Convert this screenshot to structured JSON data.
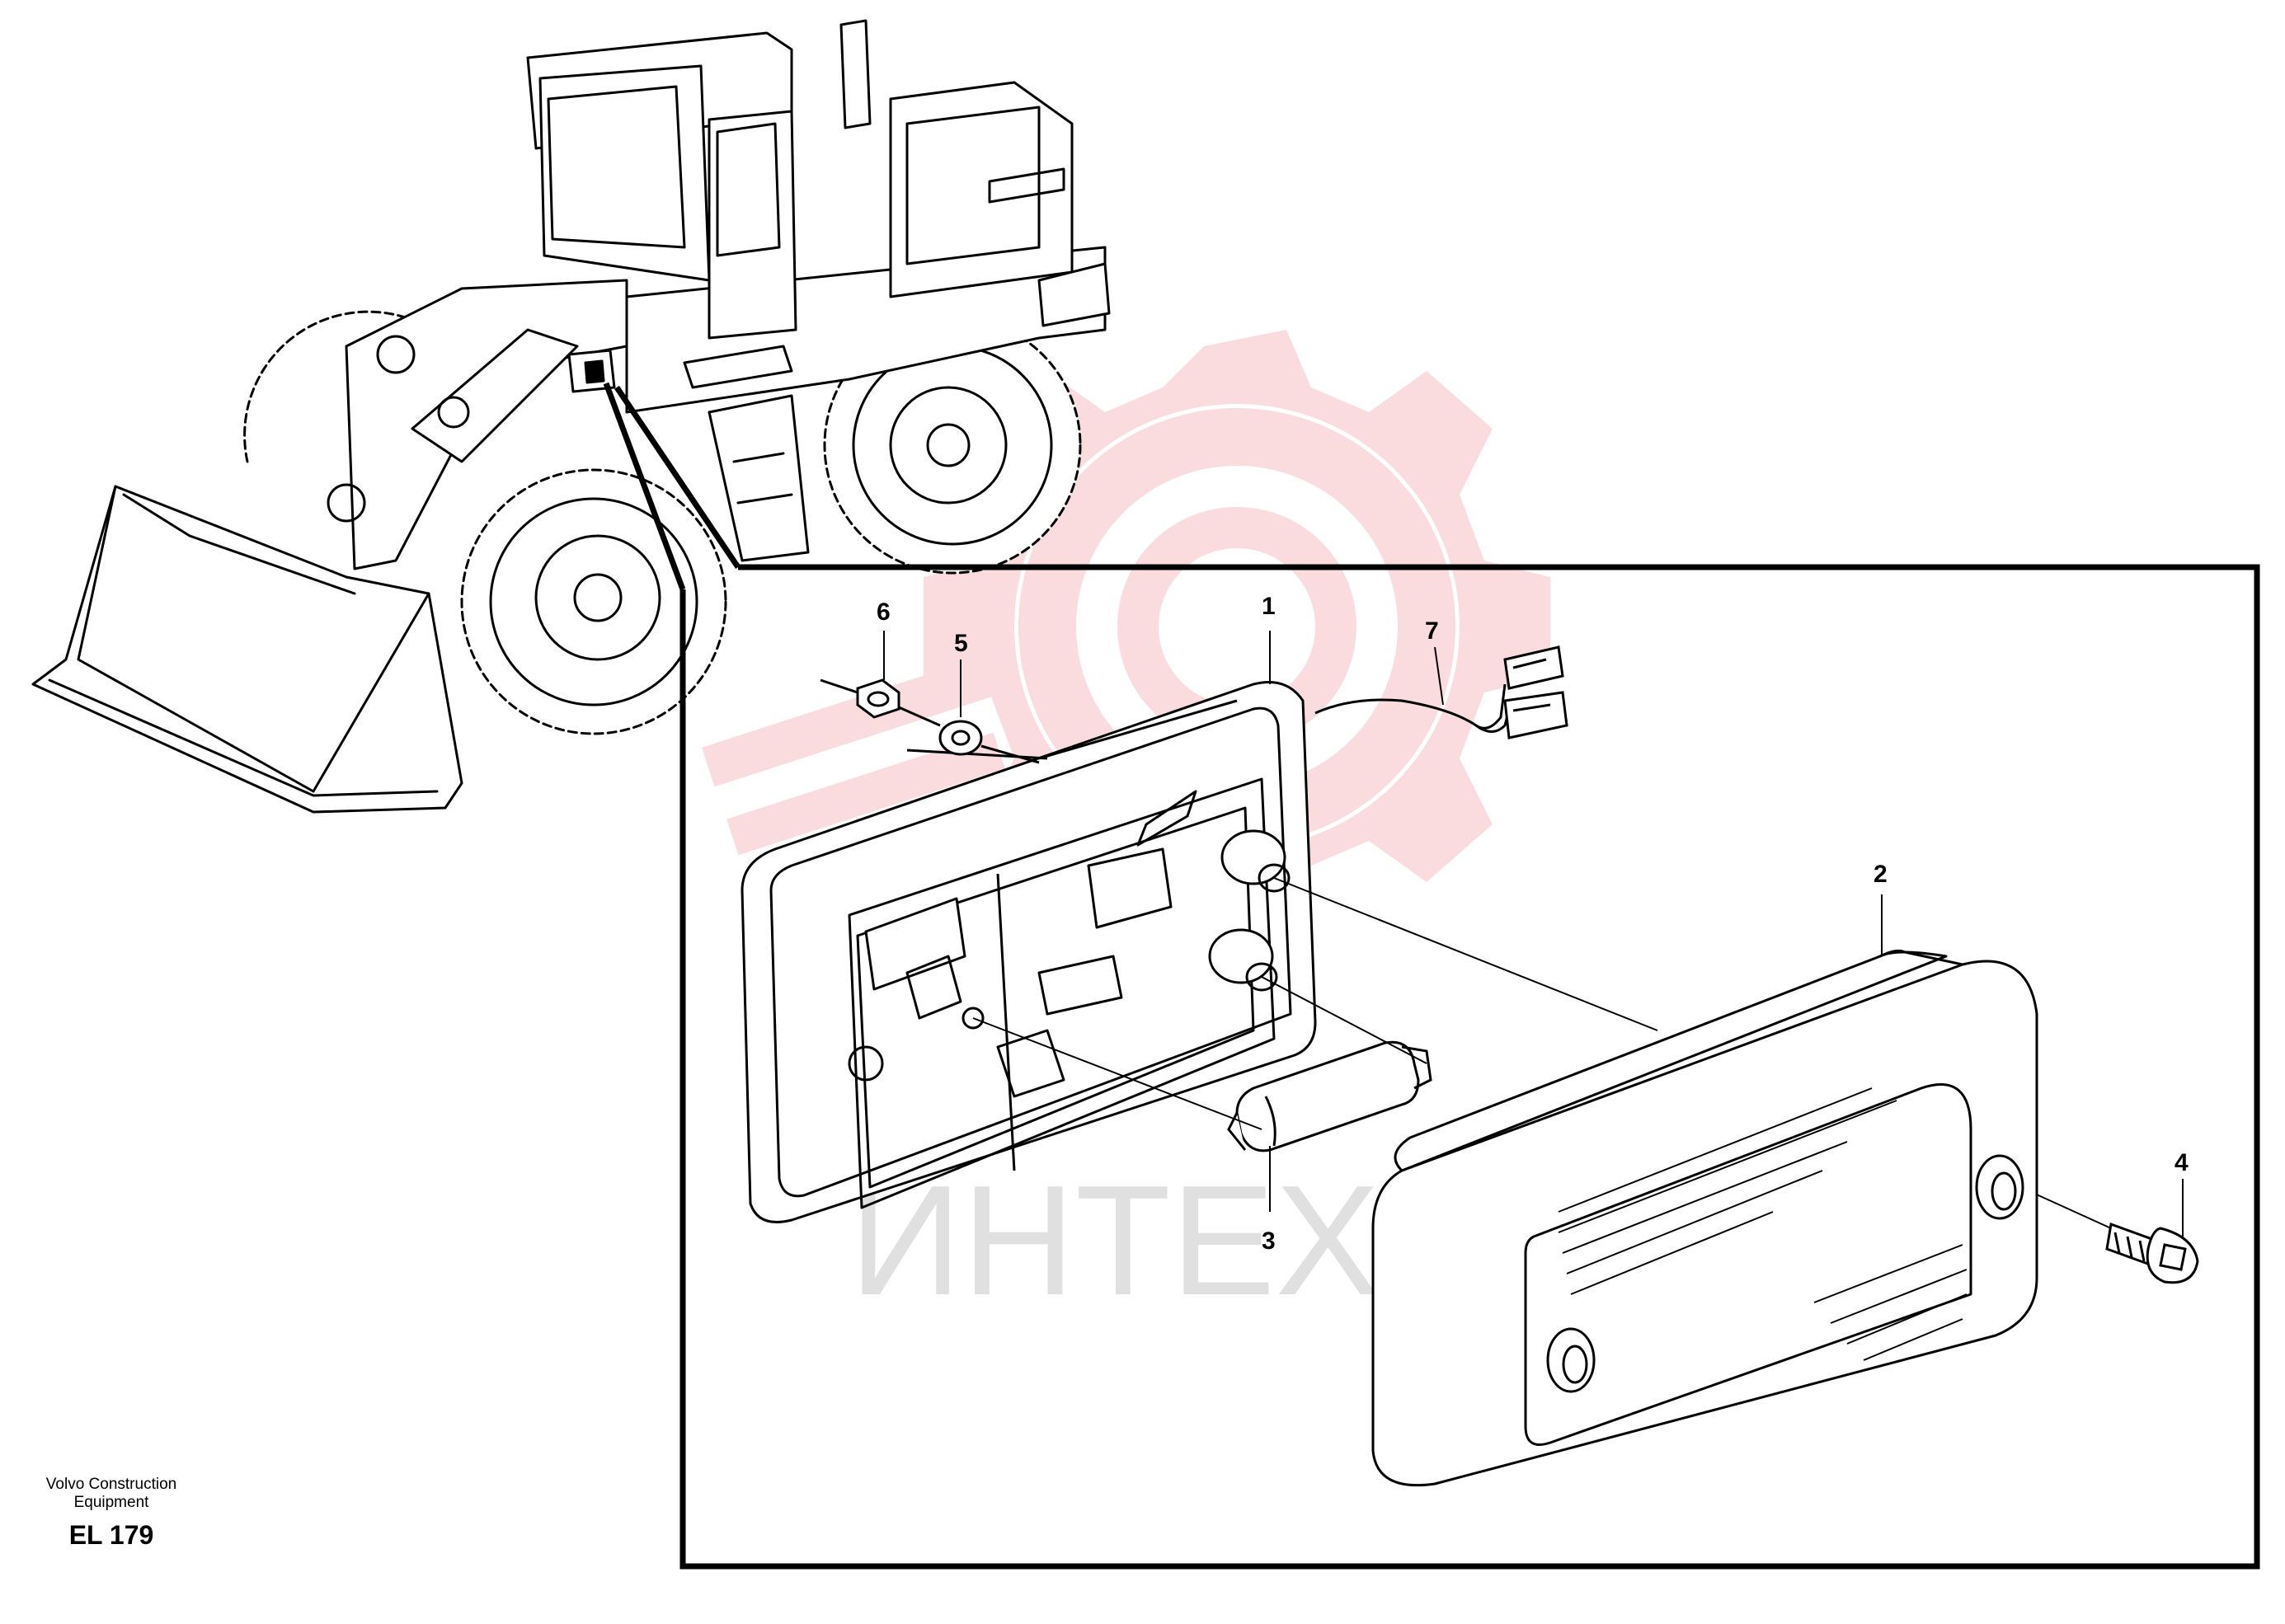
{
  "caption": {
    "line1": "Volvo Construction",
    "line2": "Equipment",
    "code": "EL 179"
  },
  "callouts": [
    "1",
    "2",
    "3",
    "4",
    "5",
    "6",
    "7"
  ],
  "watermark": {
    "text": "ИНТЕХ"
  },
  "colors": {
    "line": "#000000",
    "watermark_red": "#f4b4b8",
    "watermark_gray": "#d0d0d0"
  }
}
